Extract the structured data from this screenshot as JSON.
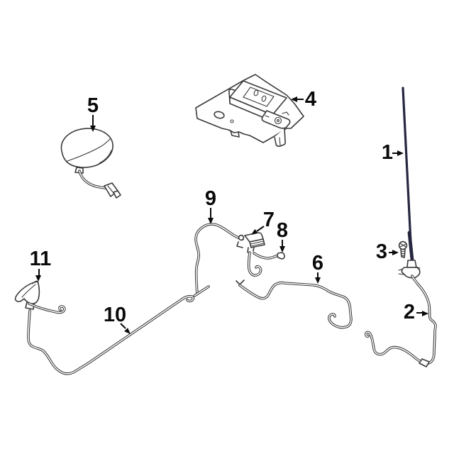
{
  "diagram": {
    "description": "Line-art parts diagram of vehicle antenna components with numbered callouts",
    "background_color": "#ffffff",
    "line_color": "#3a3a3a",
    "mast_color": "#262640",
    "label_color": "#0a0a0a",
    "callouts": [
      {
        "label": "1"
      },
      {
        "label": "2"
      },
      {
        "label": "3"
      },
      {
        "label": "4"
      },
      {
        "label": "5"
      },
      {
        "label": "6"
      },
      {
        "label": "7"
      },
      {
        "label": "8"
      },
      {
        "label": "9"
      },
      {
        "label": "10"
      },
      {
        "label": "11"
      }
    ]
  }
}
